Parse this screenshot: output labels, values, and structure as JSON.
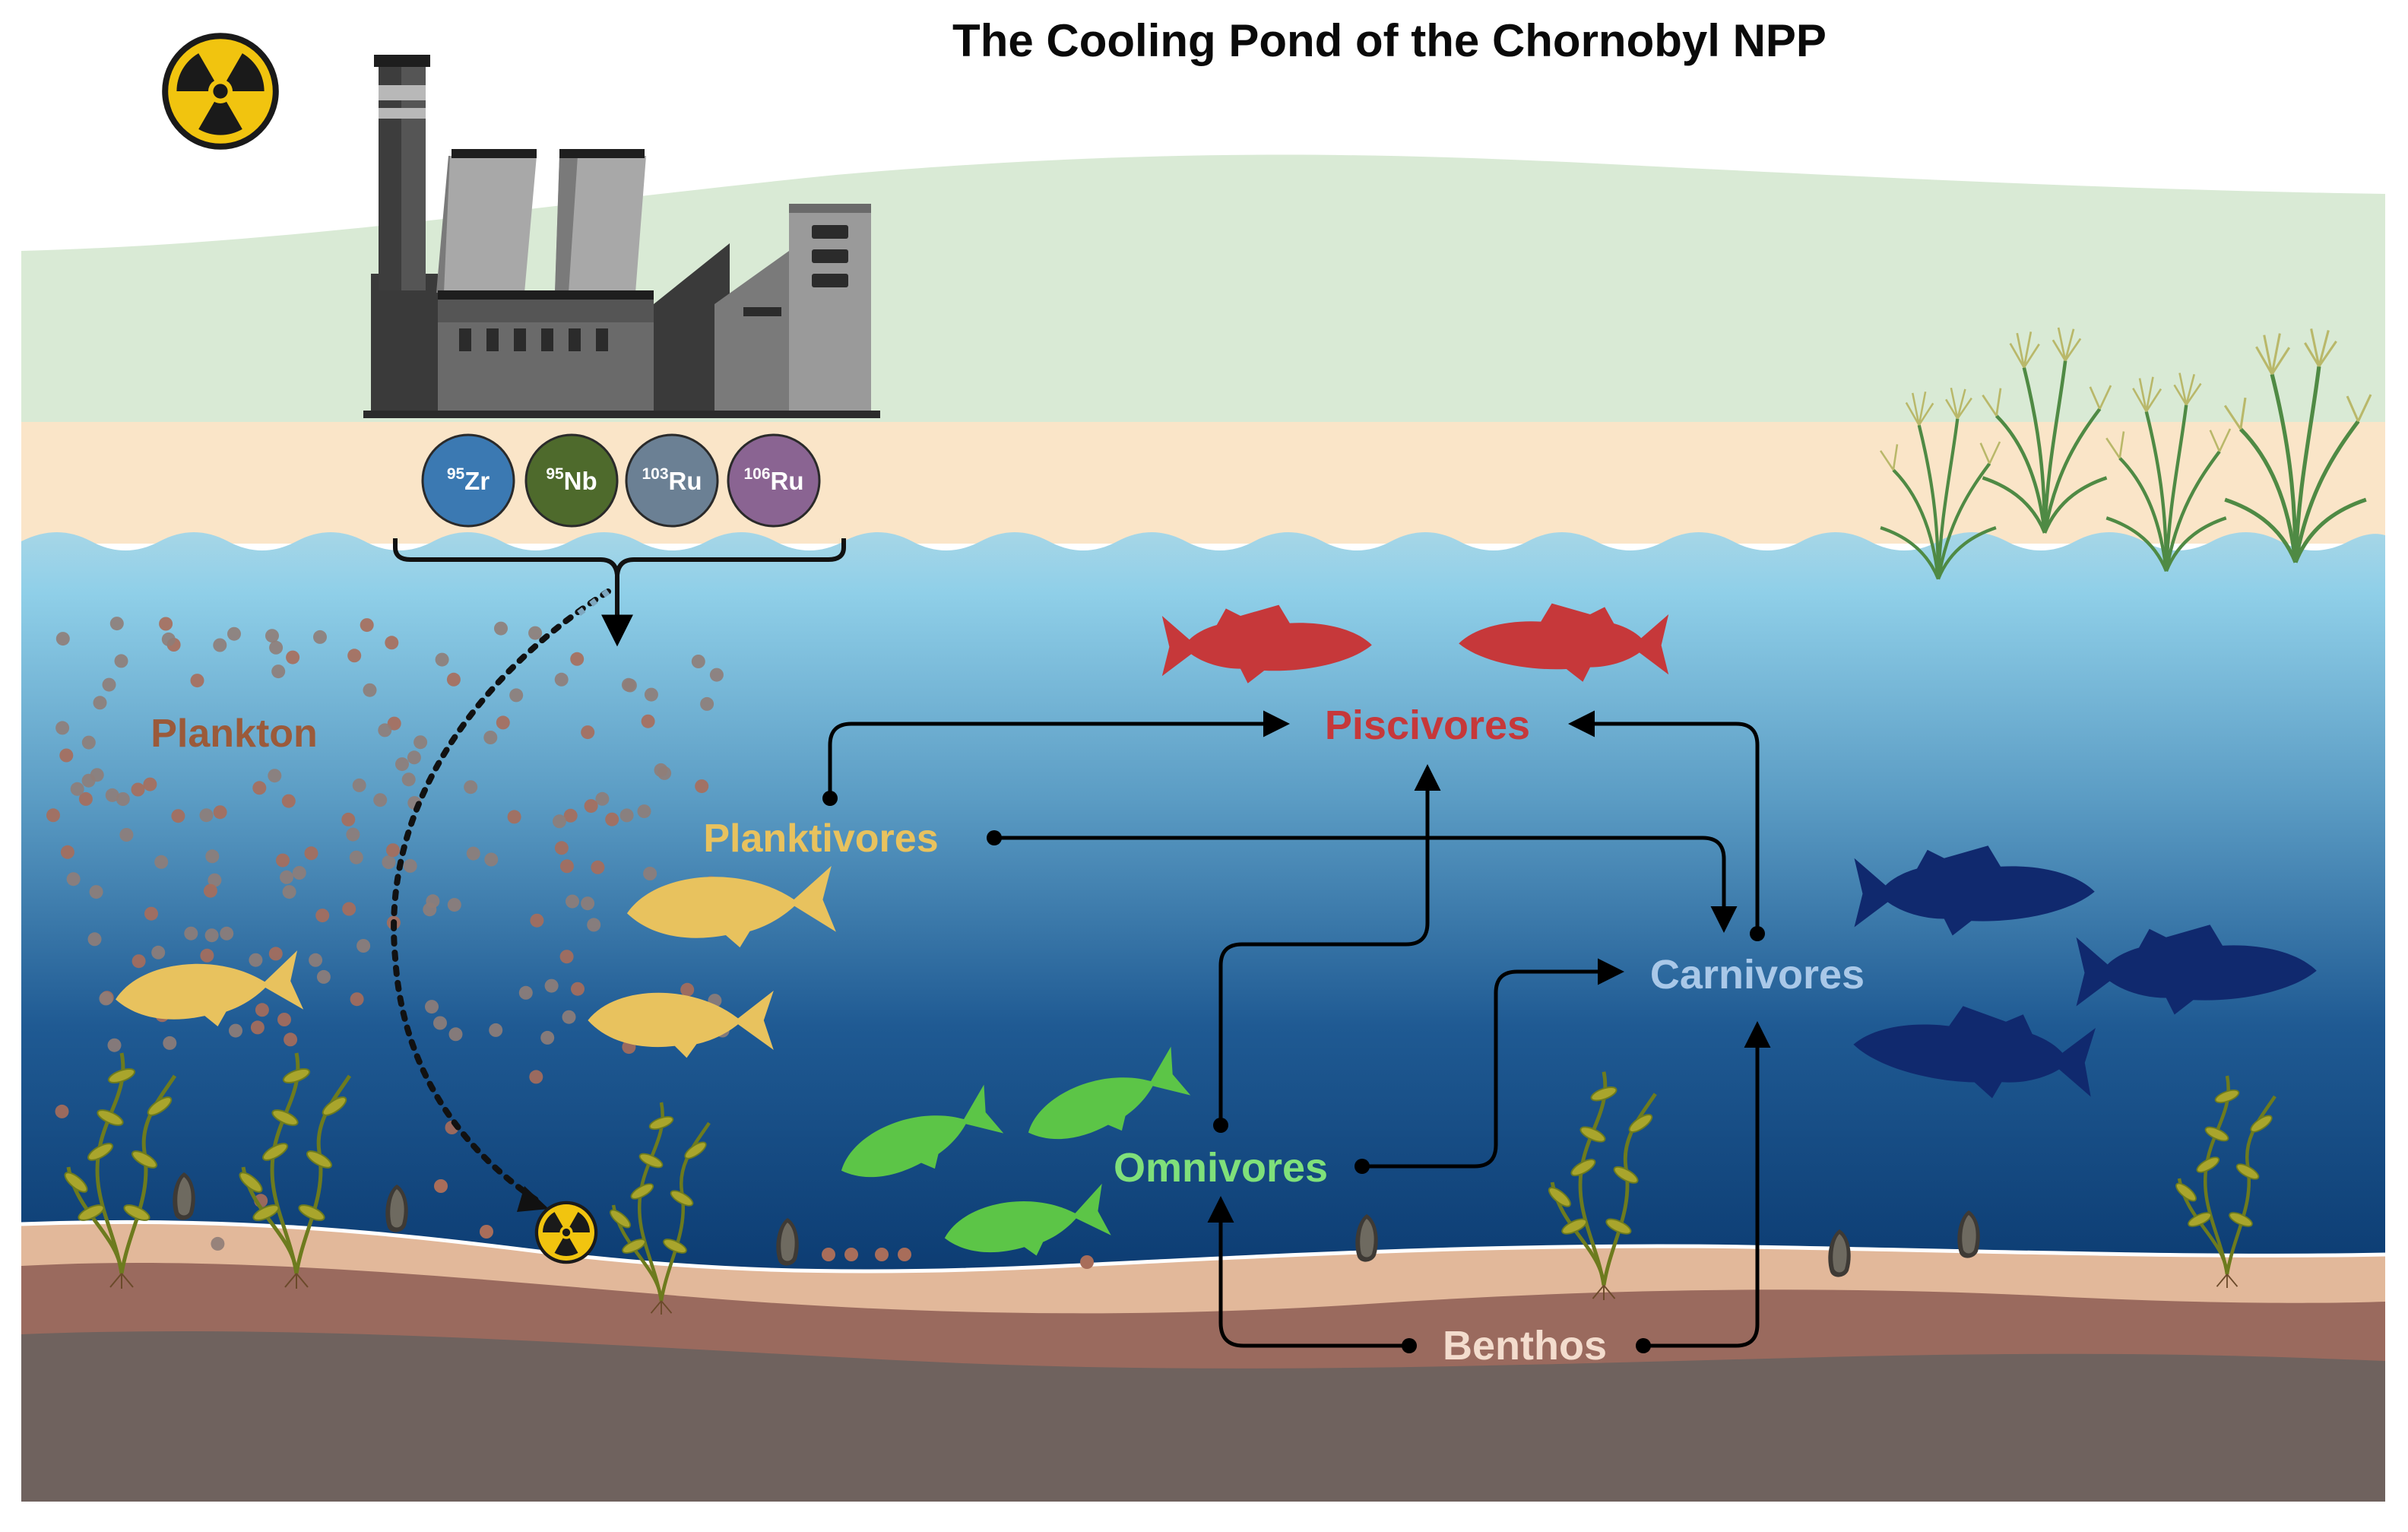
{
  "title": "The Cooling Pond of the Chornobyl NPP",
  "isotopes": [
    {
      "mass": "95",
      "symbol": "Zr",
      "color": "#3b79b2"
    },
    {
      "mass": "95",
      "symbol": "Nb",
      "color": "#4e6a2c"
    },
    {
      "mass": "103",
      "symbol": "Ru",
      "color": "#6b8094"
    },
    {
      "mass": "106",
      "symbol": "Ru",
      "color": "#8a6492"
    }
  ],
  "groups": {
    "plankton": {
      "label": "Plankton",
      "color": "#9b5a3a"
    },
    "planktivores": {
      "label": "Planktivores",
      "color": "#e8c25e"
    },
    "piscivores": {
      "label": "Piscivores",
      "color": "#c6383a"
    },
    "carnivores": {
      "label": "Carnivores",
      "color": "#a9c8e8"
    },
    "omnivores": {
      "label": "Omnivores",
      "color": "#7fe07a"
    },
    "benthos": {
      "label": "Benthos",
      "color": "#f3dccd"
    }
  },
  "icons": [
    "radiation-icon",
    "power-plant-icon",
    "fish-icon",
    "mussel-icon",
    "seaweed-icon",
    "reed-grass-icon"
  ],
  "palette": {
    "land": "#d9ead5",
    "sand": "#fae5c8",
    "water_top": "#9ed0e3",
    "water_bottom": "#0d3c73",
    "sediment": "#e2b89a",
    "mud": "#9a6a5e",
    "bedrock": "#6f625e",
    "radiation_yellow": "#f1c40f"
  }
}
